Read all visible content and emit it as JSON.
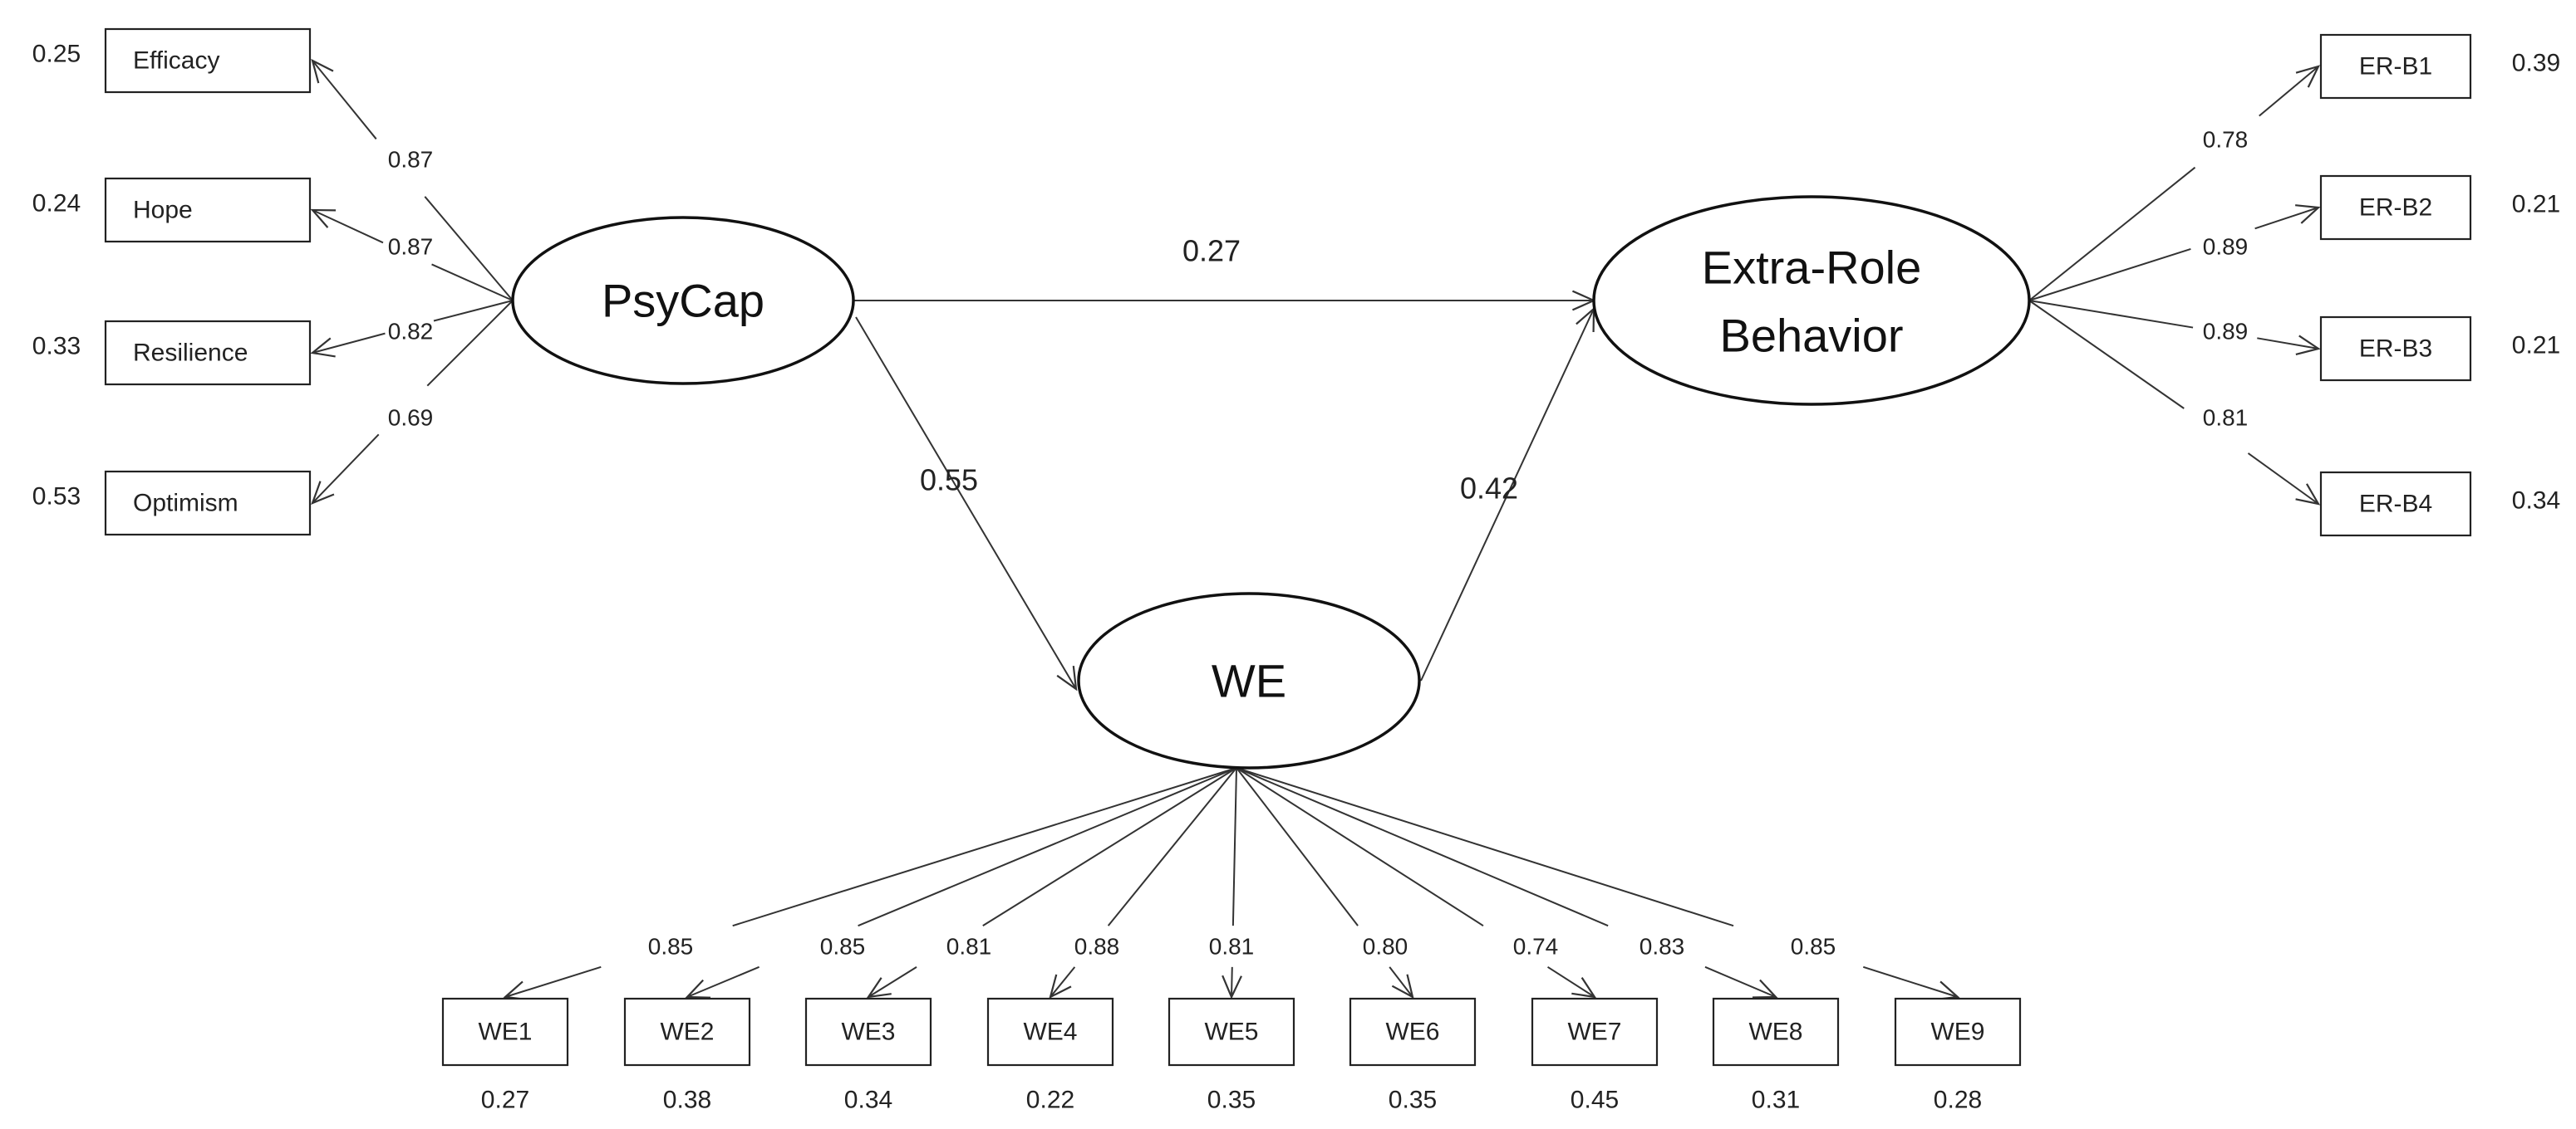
{
  "latents": {
    "psycap": "PsyCap",
    "erb": [
      "Extra-Role",
      "Behavior"
    ],
    "we": "WE"
  },
  "paths": {
    "psycap_to_erb": "0.27",
    "psycap_to_we": "0.55",
    "we_to_erb": "0.42"
  },
  "psycap_indicators": [
    {
      "label": "Efficacy",
      "loading": "0.87",
      "error": "0.25"
    },
    {
      "label": "Hope",
      "loading": "0.87",
      "error": "0.24"
    },
    {
      "label": "Resilience",
      "loading": "0.82",
      "error": "0.33"
    },
    {
      "label": "Optimism",
      "loading": "0.69",
      "error": "0.53"
    }
  ],
  "erb_indicators": [
    {
      "label": "ER-B1",
      "loading": "0.78",
      "error": "0.39"
    },
    {
      "label": "ER-B2",
      "loading": "0.89",
      "error": "0.21"
    },
    {
      "label": "ER-B3",
      "loading": "0.89",
      "error": "0.21"
    },
    {
      "label": "ER-B4",
      "loading": "0.81",
      "error": "0.34"
    }
  ],
  "we_indicators": [
    {
      "label": "WE1",
      "loading": "0.85",
      "error": "0.27"
    },
    {
      "label": "WE2",
      "loading": "0.85",
      "error": "0.38"
    },
    {
      "label": "WE3",
      "loading": "0.81",
      "error": "0.34"
    },
    {
      "label": "WE4",
      "loading": "0.88",
      "error": "0.22"
    },
    {
      "label": "WE5",
      "loading": "0.81",
      "error": "0.35"
    },
    {
      "label": "WE6",
      "loading": "0.80",
      "error": "0.35"
    },
    {
      "label": "WE7",
      "loading": "0.74",
      "error": "0.45"
    },
    {
      "label": "WE8",
      "loading": "0.83",
      "error": "0.31"
    },
    {
      "label": "WE9",
      "loading": "0.85",
      "error": "0.28"
    }
  ]
}
